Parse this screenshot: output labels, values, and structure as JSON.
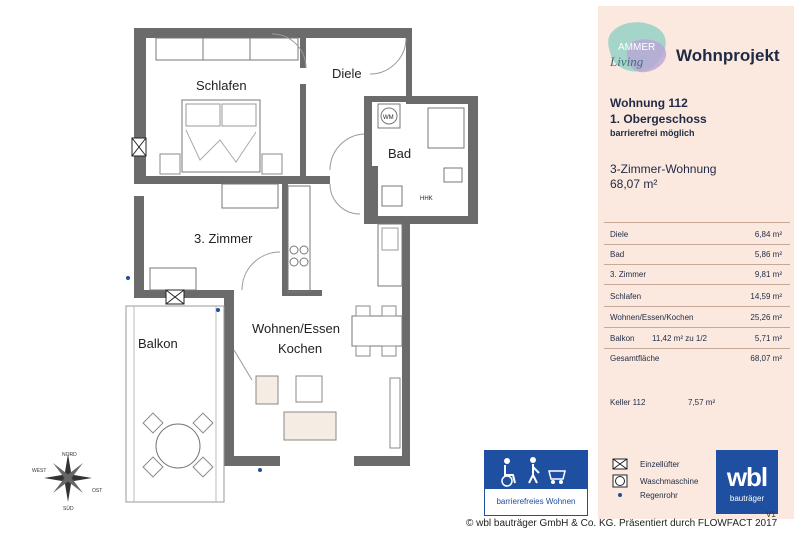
{
  "header": {
    "brand_logo_text_top": "AMMER",
    "brand_logo_text_bottom": "Living",
    "title": "Wohnprojekt"
  },
  "unit": {
    "name": "Wohnung 112",
    "floor": "1. Obergeschoss",
    "accessibility": "barrierefrei möglich",
    "type": "3-Zimmer-Wohnung",
    "total": "68,07 m²"
  },
  "areas": [
    {
      "label": "Diele",
      "value": "6,84 m²"
    },
    {
      "label": "Bad",
      "value": "5,86 m²"
    },
    {
      "label": "3. Zimmer",
      "value": "9,81 m²"
    },
    {
      "label": "Schlafen",
      "value": "14,59 m²"
    },
    {
      "label": "Wohnen/Essen/Kochen",
      "value": "25,26 m²"
    },
    {
      "label": "Balkon",
      "mid": "11,42 m² zu  1/2",
      "value": "5,71 m²"
    },
    {
      "label": "Gesamtfläche",
      "value": "68,07 m²"
    }
  ],
  "cellar": {
    "label": "Keller 112",
    "value": "7,57 m²"
  },
  "legend": [
    {
      "icon": "ventilator-icon",
      "label": "Einzellüfter"
    },
    {
      "icon": "washing-machine-icon",
      "label": "Waschmaschine"
    },
    {
      "icon": "downpipe-dot-icon",
      "label": "Regenrohr"
    }
  ],
  "rooms": {
    "schlafen": "Schlafen",
    "diele": "Diele",
    "bad": "Bad",
    "zimmer3": "3. Zimmer",
    "wohnen": "Wohnen/Essen",
    "kochen": "Kochen",
    "balkon": "Balkon"
  },
  "fixtures": {
    "wm": "WM",
    "hhk": "HHK"
  },
  "compass": {
    "n": "NORD",
    "s": "SÜD",
    "w": "WEST",
    "o": "OST"
  },
  "badges": {
    "barrierefrei": "barrierefreies Wohnen",
    "wbl_big": "wbl",
    "wbl_sub": "bauträger"
  },
  "version": "V1",
  "footer": "© wbl bauträger GmbH & Co. KG. Präsentiert durch FLOWFACT 2017",
  "colors": {
    "panel": "#fbe9df",
    "wall": "#5a5a5a",
    "brand_blue": "#1f4fa0",
    "text": "#1f2a44"
  }
}
